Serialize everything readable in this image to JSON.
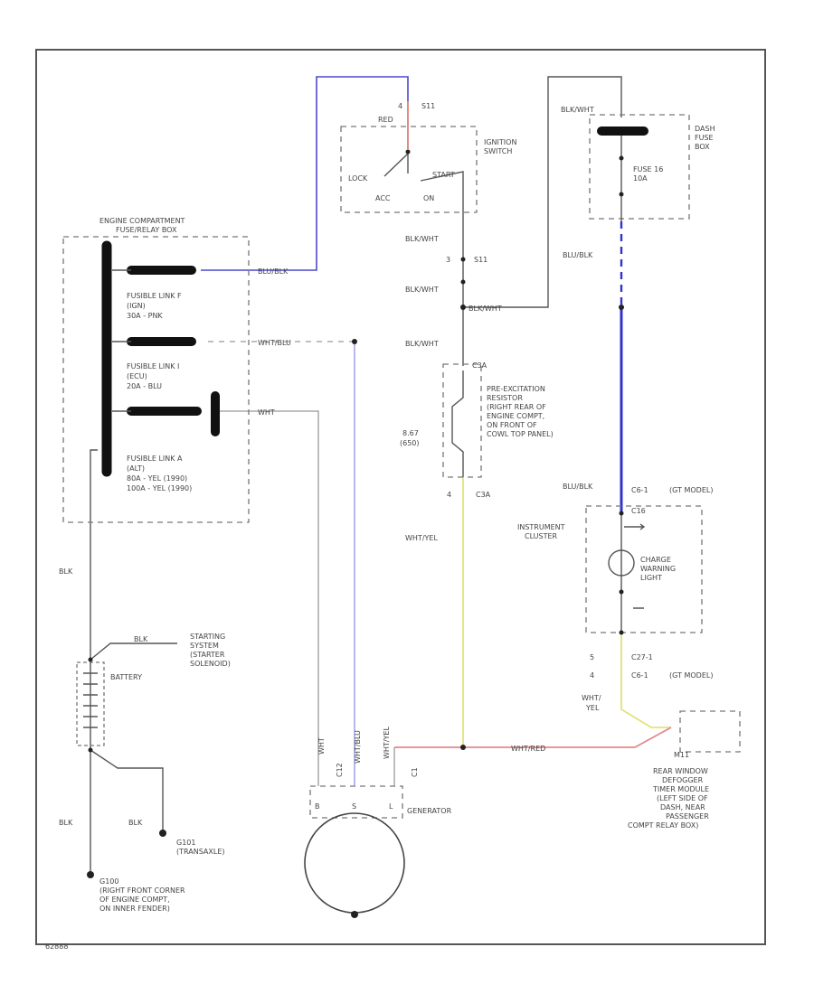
{
  "labels": {
    "ign_switch": [
      "IGNITION",
      "SWITCH"
    ],
    "lock": "LOCK",
    "start": "START",
    "acc": "ACC",
    "on": "ON",
    "red": "RED",
    "s11_top": "S11",
    "c4": "4",
    "dash_fuse_box": [
      "DASH",
      "FUSE",
      "BOX"
    ],
    "blk_wht_top": "BLK/WHT",
    "fuse_16": [
      "FUSE 16",
      "10A"
    ],
    "engine_box": [
      "ENGINE COMPARTMENT",
      "FUSE/RELAY BOX"
    ],
    "link_f": [
      "FUSIBLE LINK F",
      "(IGN)",
      "30A - PNK"
    ],
    "link_i": [
      "FUSIBLE LINK I",
      "(ECU)",
      "20A - BLU"
    ],
    "link_a": [
      "FUSIBLE LINK A",
      "(ALT)",
      "80A - YEL    (1990)",
      "100A - YEL   (1990)"
    ],
    "wire_blu_blk": "BLU/BLK",
    "wire_wht_blu": "WHT/BLU",
    "wire_wht": "WHT",
    "blk_wht_1": "BLK/WHT",
    "blk_wht_2": "BLK/WHT",
    "blk_wht_3": "BLK/WHT",
    "blk_wht_splice": "BLK/WHT",
    "s11_mid": "S11",
    "c3": "3",
    "pre_exc": [
      "PRE-EXCITATION",
      "RESISTOR",
      "(RIGHT REAR OF",
      "ENGINE COMPT,",
      "ON FRONT OF",
      "COWL TOP PANEL)"
    ],
    "ohm": [
      "8.67",
      "(650)"
    ],
    "c3a": "C3A",
    "c3a_b": "C3A",
    "num_4": "4",
    "wht_yel": "WHT/YEL",
    "blu_blk_right": "BLU/BLK",
    "blu_blk_right2": "BLU/BLK",
    "c6_1": "C6-1",
    "gt_model_1": "(GT MODEL)",
    "inst_cluster": [
      "INSTRUMENT",
      "CLUSTER"
    ],
    "charge_light": [
      "CHARGE",
      "WARNING",
      "LIGHT"
    ],
    "c16": "C16",
    "c27": "C27-1",
    "c6_1b": "C6-1",
    "gt_model_2": "(GT MODEL)",
    "pin_5": "5",
    "pin_4": "4",
    "wht_yel_2": [
      "WHT/",
      "YEL"
    ],
    "blk_left": "BLK",
    "blk_left2": "BLK",
    "blk_gnd": "BLK",
    "starting": [
      "STARTING",
      "SYSTEM",
      "(STARTER",
      "SOLENOID)"
    ],
    "blk_start": "BLK",
    "battery": "BATTERY",
    "g101": [
      "G101",
      "(TRANSAXLE)"
    ],
    "g100": [
      "G100",
      "(RIGHT FRONT CORNER",
      "OF ENGINE COMPT,",
      "ON INNER FENDER)"
    ],
    "generator": "GENERATOR",
    "gen_b": "B",
    "gen_s": "S",
    "gen_l": "L",
    "wht_gen": "WHT",
    "wht_blu_gen": "WHT/BLU",
    "wht_yel_gen": "WHT/YEL",
    "c12": "C12",
    "wht_red": "WHT/RED",
    "c1_r": "C1",
    "rear_defog": [
      "REAR WINDOW",
      "DEFOGGER",
      "TIMER MODULE",
      "(LEFT SIDE OF",
      "DASH, NEAR",
      "PASSENGER",
      "COMPT RELAY BOX)"
    ],
    "m11": "M11",
    "corner_id": "62888"
  },
  "colors": {
    "frame": "#555555",
    "blu_wire": "#3333cc",
    "yel_wire": "#e2e27a",
    "red_wire": "#e08a8a"
  }
}
